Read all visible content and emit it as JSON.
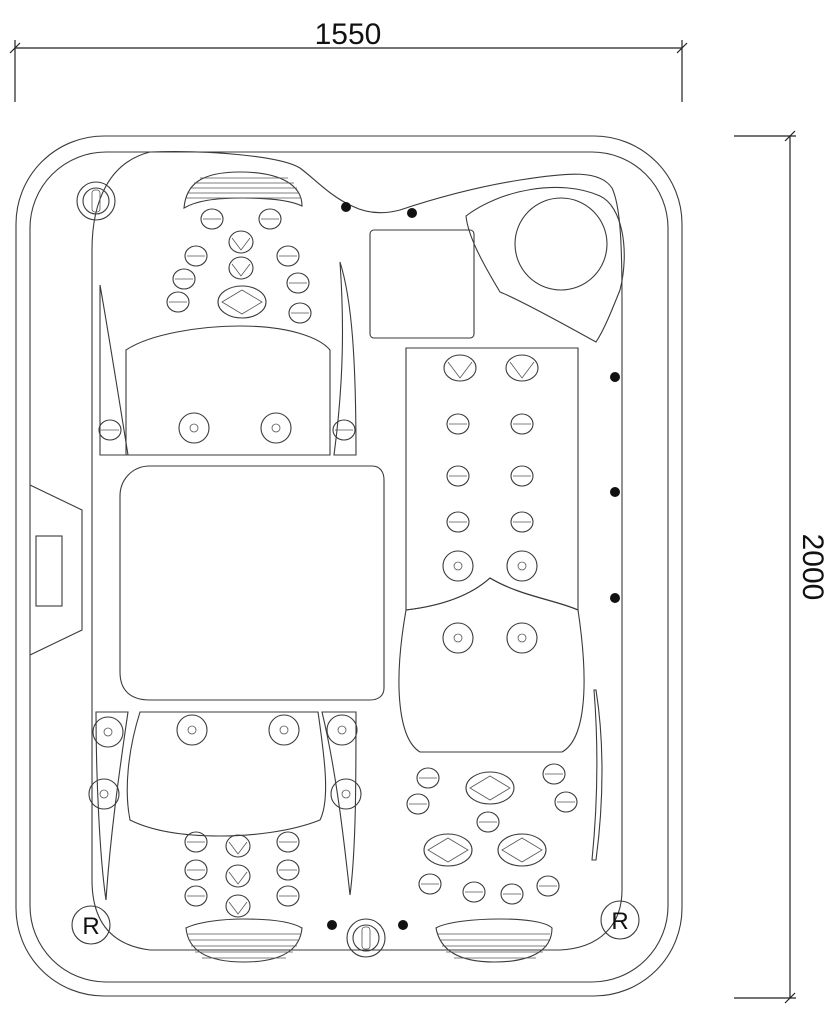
{
  "dimensions": {
    "width_label": "1550",
    "height_label": "2000"
  },
  "markers": {
    "left_marker": "R",
    "right_marker": "R"
  }
}
